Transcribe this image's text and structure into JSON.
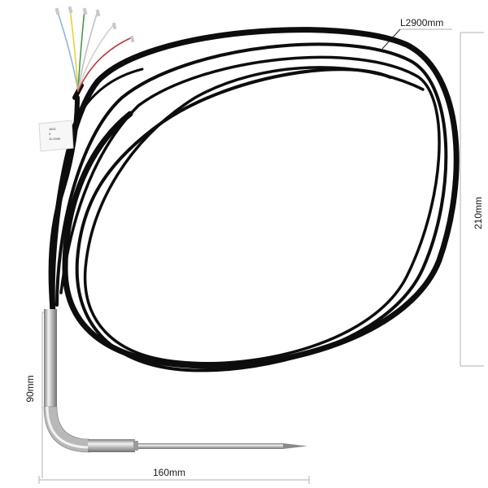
{
  "product": {
    "cable_length_label": "L2900mm",
    "height_label": "210mm",
    "probe_vertical_label": "90mm",
    "probe_horizontal_label": "160mm",
    "tag_lines": [
      "1821",
      "3",
      "11.2009"
    ]
  },
  "colors": {
    "cable": "#0d0d0d",
    "steel_light": "#e4e4e4",
    "steel_dark": "#8a8a8a",
    "dimension_line": "#b0b0b0"
  },
  "wires": [
    {
      "color": "#8fb3e8"
    },
    {
      "color": "#e8d23a"
    },
    {
      "color": "#4a9a4a"
    },
    {
      "color": "#c0c0c0"
    },
    {
      "color": "#d0d0d0"
    },
    {
      "color": "#cc3333"
    }
  ]
}
